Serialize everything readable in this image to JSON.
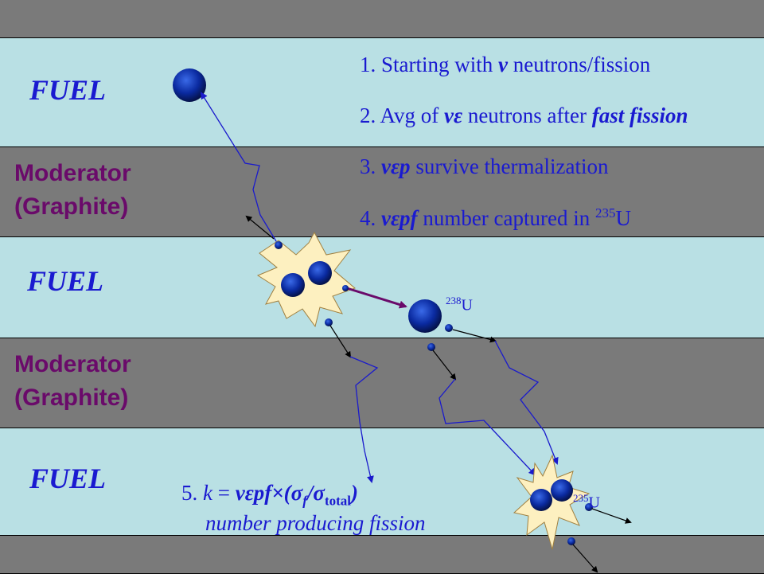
{
  "layers": {
    "fuel_label": "FUEL",
    "moderator_line1": "Moderator",
    "moderator_line2": "(Graphite)"
  },
  "steps": {
    "s1_prefix": "1. Starting with ",
    "s1_symbol": "ν",
    "s1_suffix": " neutrons/fission",
    "s2_prefix": "2. Avg of ",
    "s2_symbol": "νε",
    "s2_suffix": " neutrons after ",
    "s2_emph": "fast fission",
    "s3_prefix": "3. ",
    "s3_symbol": "νεp",
    "s3_suffix": " survive thermalization",
    "s4_prefix": "4. ",
    "s4_symbol": "νεpf",
    "s4_suffix": " number captured in ",
    "s4_sup": "235",
    "s4_element": "U",
    "s5_prefix": "5. ",
    "s5_k": "k",
    "s5_eq": " = ",
    "s5_formula": "νεpf×(σ",
    "s5_sub_f": "f",
    "s5_slash": "/σ",
    "s5_sub_total": "total",
    "s5_close": ")",
    "s5_line2": "number producing fission"
  },
  "isotopes": {
    "u238_sup": "238",
    "u238_el": "U",
    "u235_sup": "235",
    "u235_el": "U"
  },
  "colors": {
    "fuel_band": "#b9e0e4",
    "moderator_band": "#7a7a7a",
    "text_blue": "#1a1ad0",
    "moderator_text": "#6a0a6a",
    "nucleus": "#0a2aa0",
    "burst_fill": "#fdf0c0",
    "path_blue": "#1a1acc",
    "path_purple": "#6a0a6a"
  }
}
